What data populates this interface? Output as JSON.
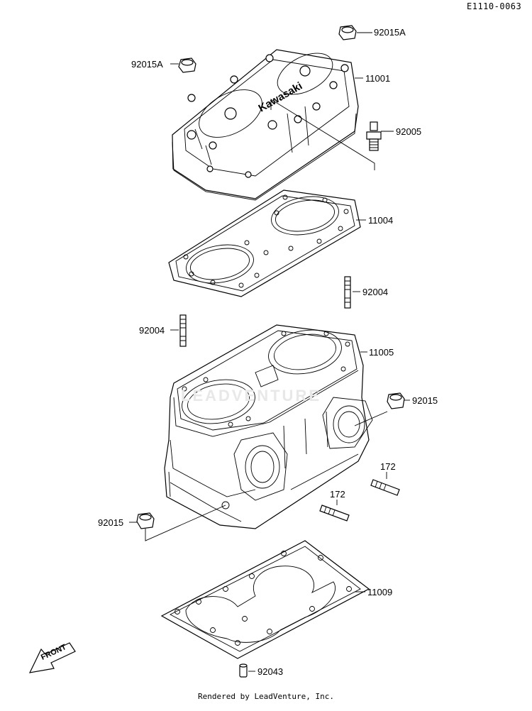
{
  "reference_code": "E1110-0063",
  "watermark": "LEADVENTURE",
  "front_label": "FRONT",
  "credit": "Rendered by LeadVenture, Inc.",
  "cylinder_head_logo": "Kawasaki",
  "callouts": {
    "nut_top_right": "92015A",
    "nut_top_left": "92015A",
    "cylinder_head": "11001",
    "fitting": "92005",
    "head_gasket": "11004",
    "stud_right": "92004",
    "stud_left": "92004",
    "cylinder": "11005",
    "nut_right": "92015",
    "stud_172_right": "172",
    "stud_172_left": "172",
    "nut_left": "92015",
    "base_gasket": "11009",
    "dowel_pin": "92043"
  }
}
